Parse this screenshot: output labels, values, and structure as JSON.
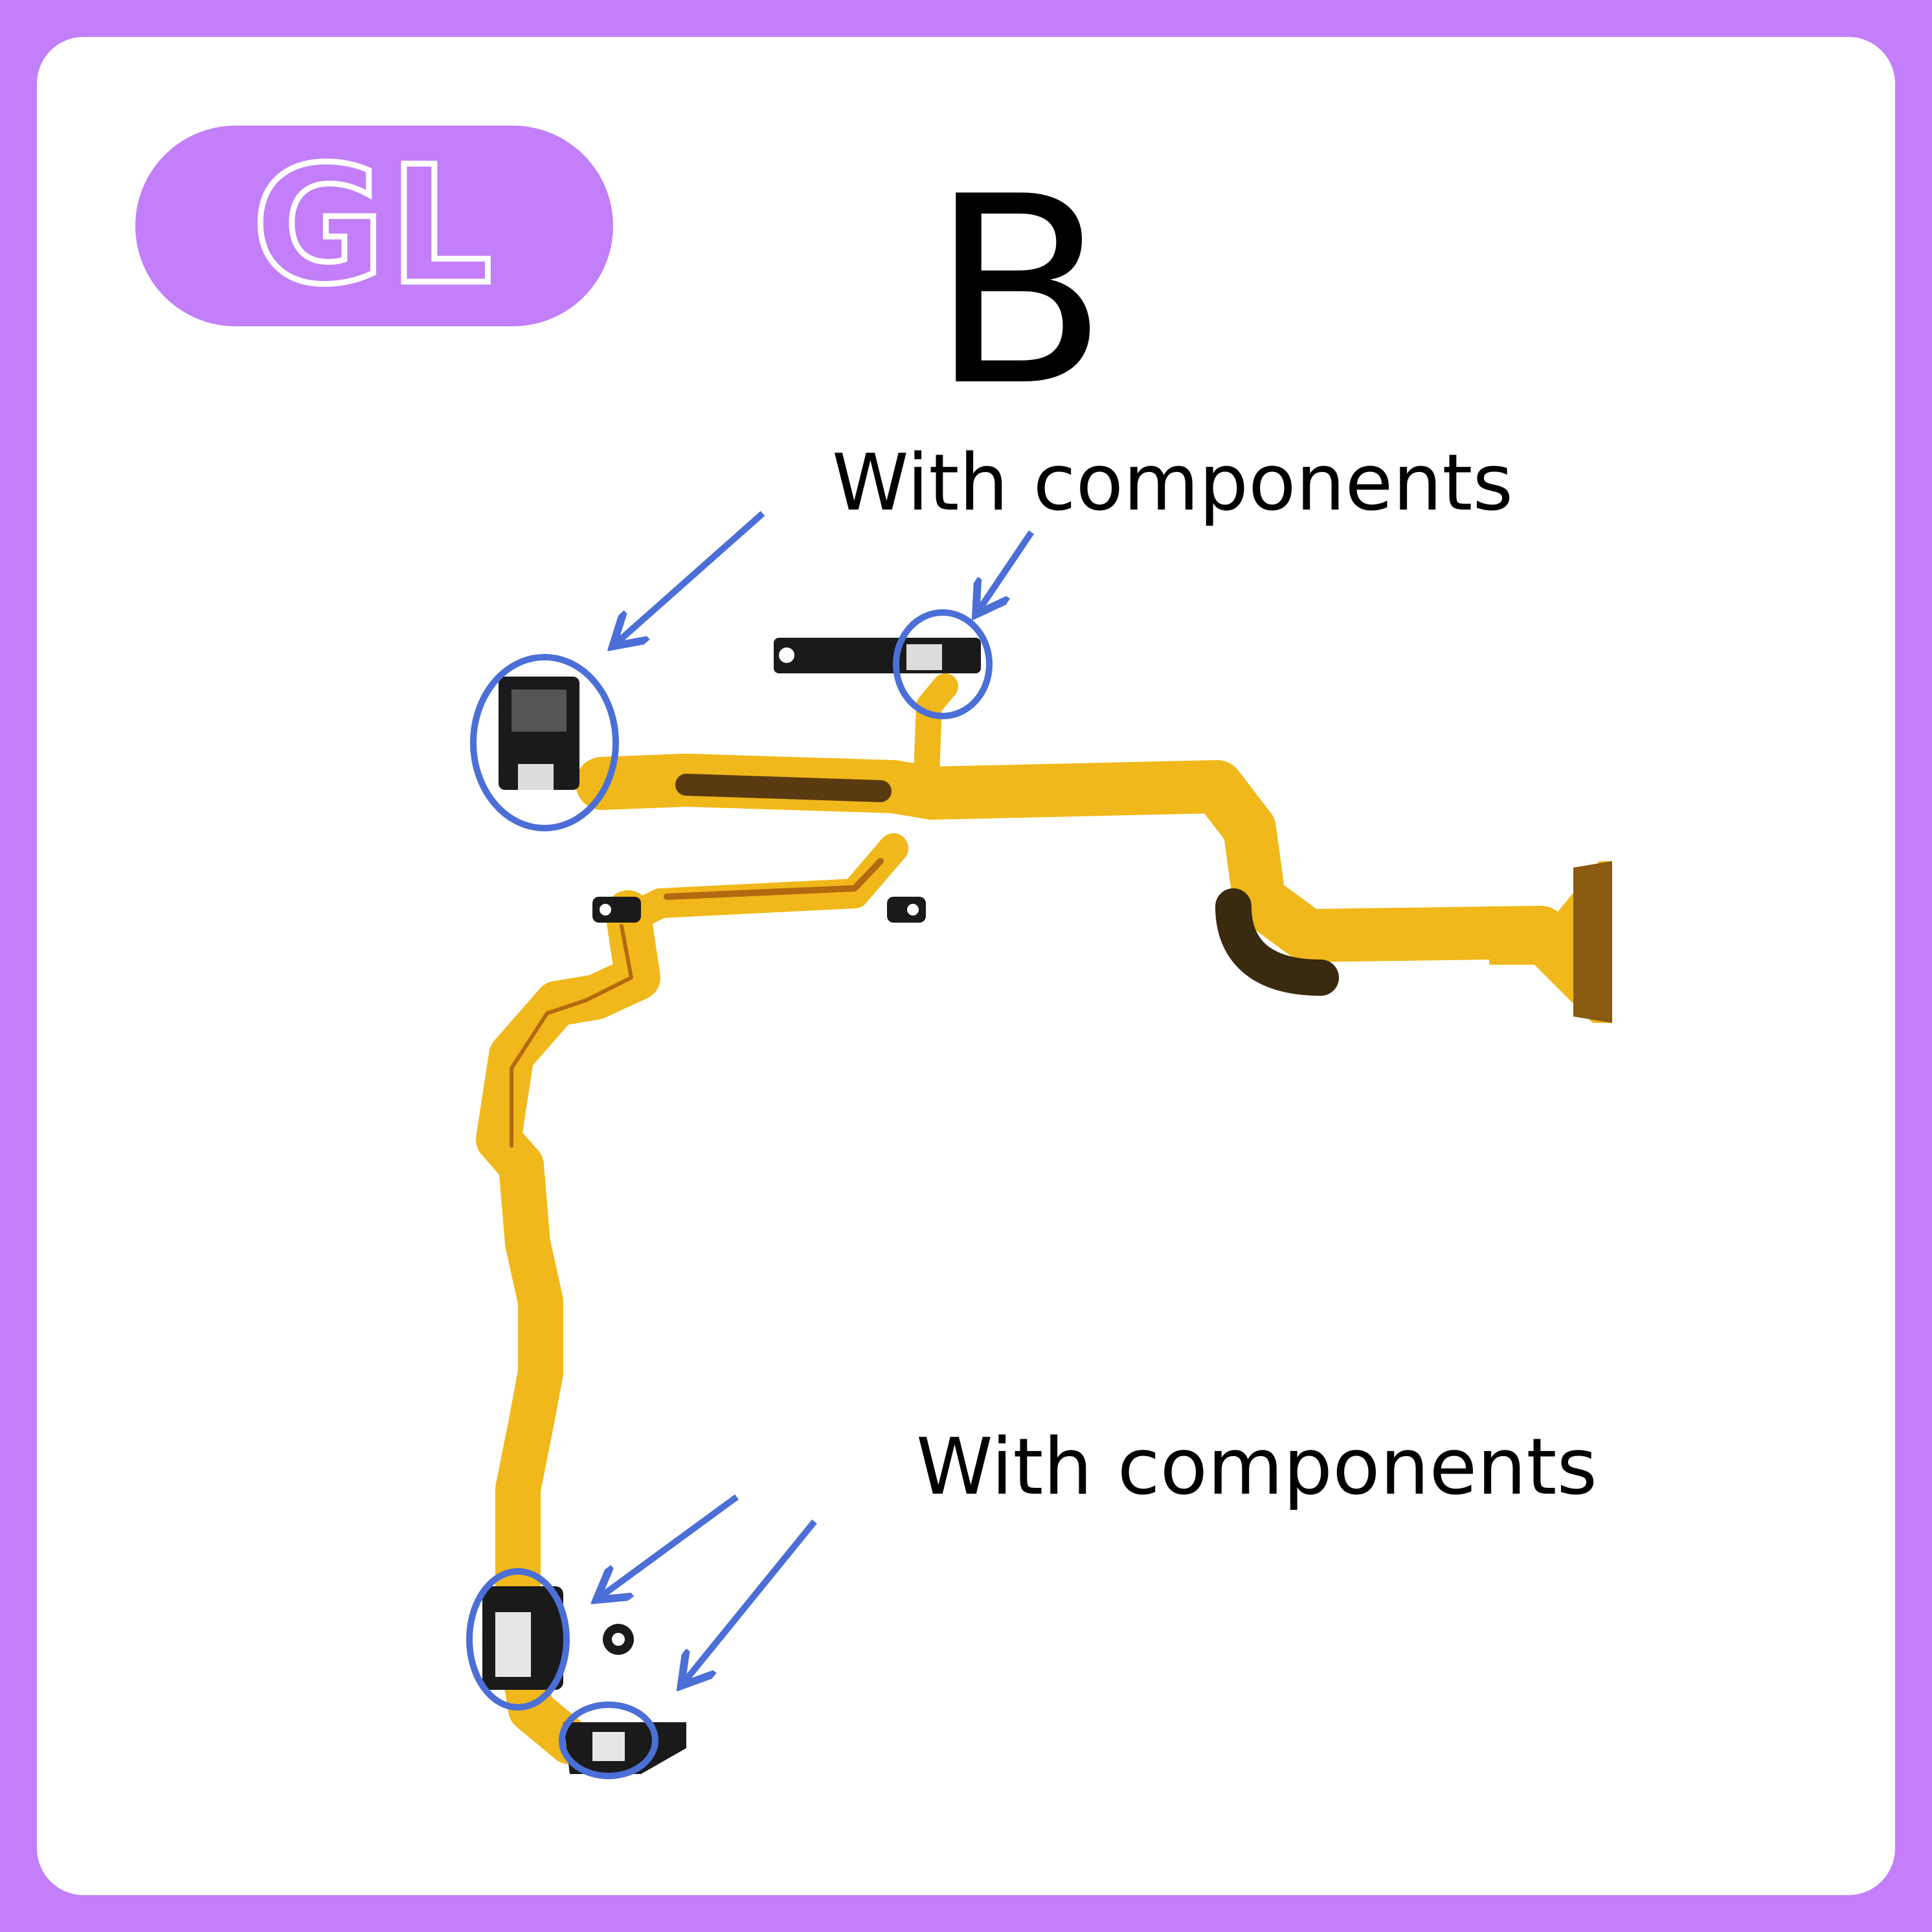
{
  "logo": {
    "text": "GL"
  },
  "variant": "B",
  "annotations": {
    "top_label": "With components",
    "bottom_label": "With components"
  },
  "colors": {
    "frame": "#c27ff9",
    "annotation": "#4b6fd6",
    "flex_cable": "#f0b81a",
    "connector": "#1a1a1a",
    "trace": "#b26a10"
  }
}
